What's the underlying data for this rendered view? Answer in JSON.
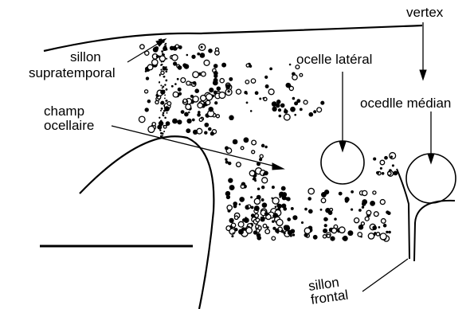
{
  "figure": {
    "labels": {
      "vertex": "vertex",
      "sillon_supratemporal_1": "sillon",
      "sillon_supratemporal_2": "supratemporal",
      "champ_ocellaire_1": "champ",
      "champ_ocellaire_2": "ocellaire",
      "ocelle_lateral": "ocelle latéral",
      "ocelle_median": "ocedlle médian",
      "sillon_frontal_1": "sillon",
      "sillon_frontal_2": "frontal"
    },
    "colors": {
      "ink": "#000000",
      "background": "#ffffff"
    }
  }
}
